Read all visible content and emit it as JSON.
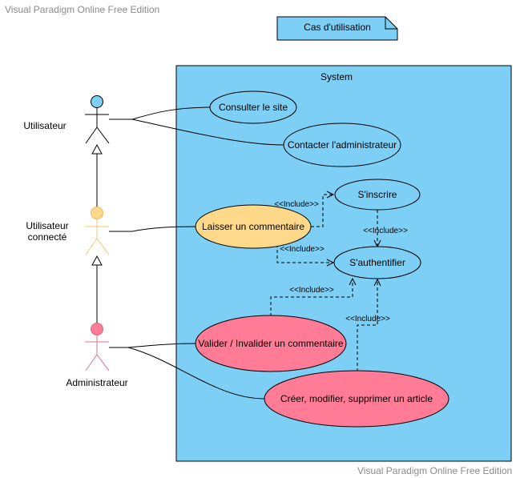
{
  "watermark": {
    "top": "Visual Paradigm Online Free Edition",
    "bottom": "Visual Paradigm Online Free Edition"
  },
  "note": {
    "label": "Cas d'utilisation"
  },
  "system": {
    "label": "System"
  },
  "actors": {
    "utilisateur": "Utilisateur",
    "connecte_line1": "Utilisateur",
    "connecte_line2": "connecté",
    "administrateur": "Administrateur"
  },
  "use_cases": {
    "consulter": "Consulter le site",
    "contacter": "Contacter l'administrateur",
    "inscrire": "S'inscrire",
    "commenter": "Laisser un commentaire",
    "authentifier": "S'authentifier",
    "valider": "Valider / Invalider un commentaire",
    "article": "Créer, modifier, supprimer un article"
  },
  "include_label": "<<Include>>",
  "colors": {
    "system_fill": "#7dcff5",
    "note_fill": "#7dcff5",
    "actor_user": "#7dcff5",
    "actor_connected": "#ffd98a",
    "actor_admin": "#ff7b96",
    "usecase_connected": "#ffd98a",
    "usecase_admin": "#ff7b96"
  }
}
